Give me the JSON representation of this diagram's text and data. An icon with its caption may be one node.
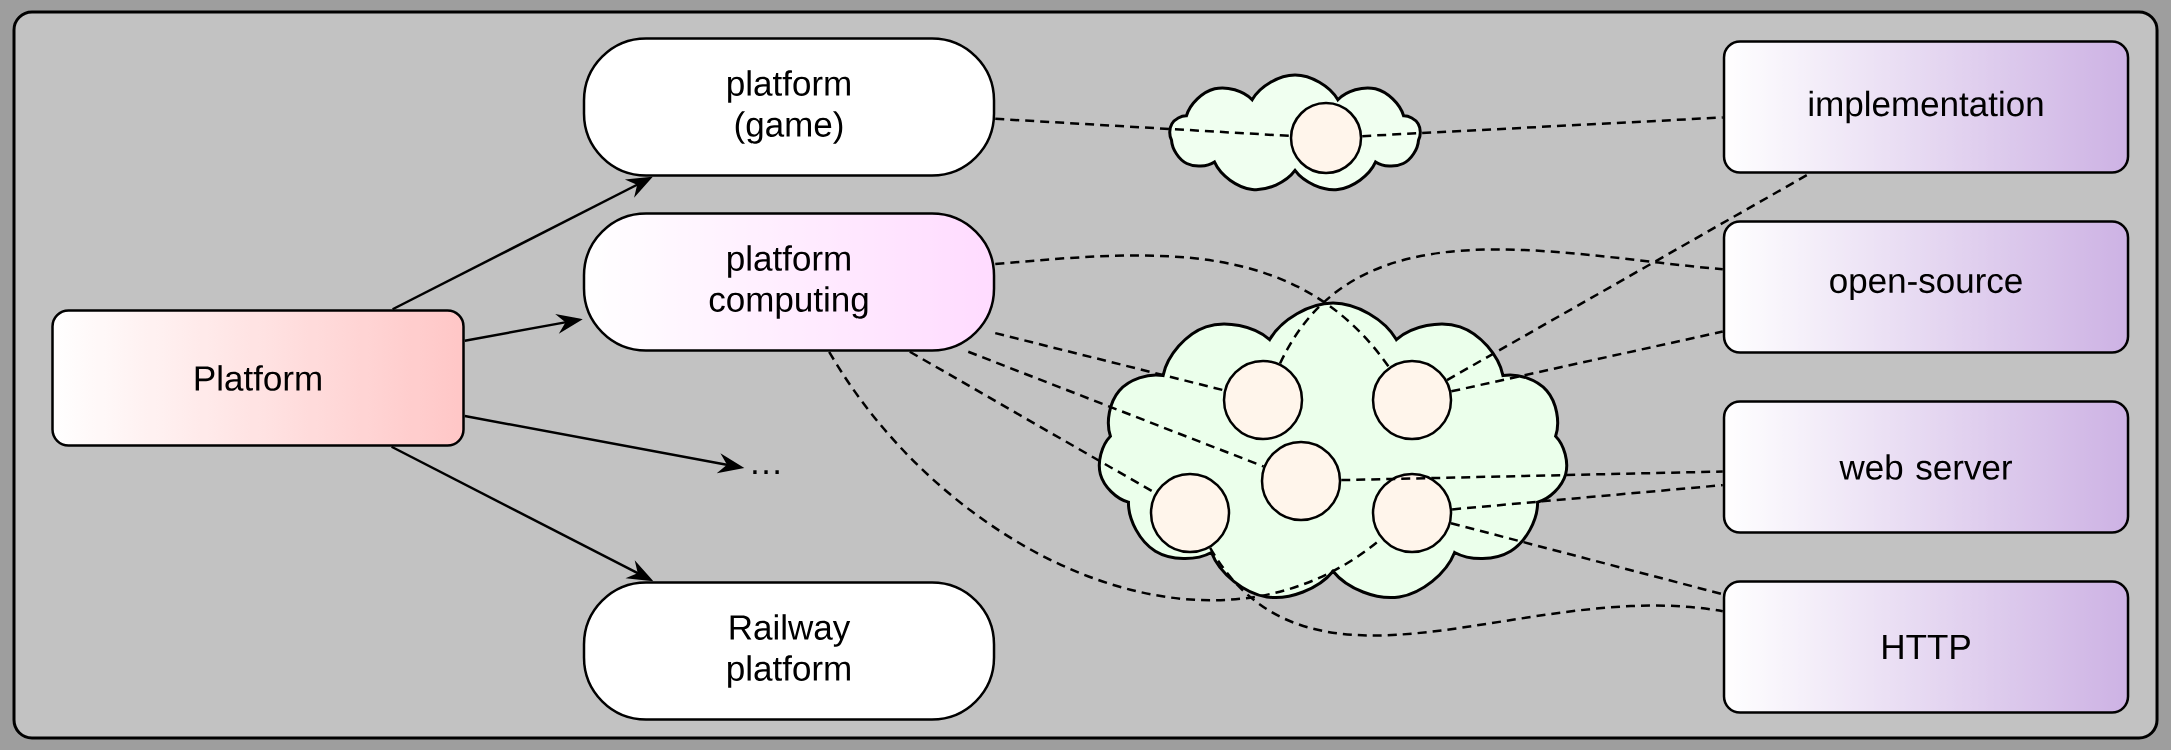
{
  "diagram": {
    "nodes": [
      {
        "text": [
          "Platform"
        ]
      },
      {
        "text": [
          "platform (game)"
        ]
      },
      {
        "text": [
          "platform computing"
        ]
      },
      {
        "text": [
          "…"
        ]
      },
      {
        "text": [
          "Railway platform"
        ]
      },
      {
        "text": [],
        "shape": "cloud"
      },
      {
        "text": [],
        "shape": "circle",
        "in": 5
      },
      {
        "text": [],
        "shape": "cloud"
      },
      {
        "text": [],
        "shape": "circle",
        "in": 7
      },
      {
        "text": [],
        "shape": "circle",
        "in": 7
      },
      {
        "text": [],
        "shape": "circle",
        "in": 7
      },
      {
        "text": [],
        "shape": "circle",
        "in": 7
      },
      {
        "text": [],
        "shape": "circle",
        "in": 7
      },
      {
        "text": [
          "implementation"
        ]
      },
      {
        "text": [
          "open-source"
        ]
      },
      {
        "text": [
          "web server"
        ]
      },
      {
        "text": [
          "HTTP"
        ]
      }
    ],
    "edges": [
      {
        "from": 0,
        "to": 1,
        "arrow": "to"
      },
      {
        "from": 0,
        "to": 2,
        "arrow": "to"
      },
      {
        "from": 0,
        "to": 3,
        "arrow": "to"
      },
      {
        "from": 0,
        "to": 4,
        "arrow": "to"
      },
      {
        "from": 1,
        "to": 6,
        "arrow": "none",
        "style": "dashed"
      },
      {
        "from": 6,
        "to": 13,
        "arrow": "none",
        "style": "dashed"
      },
      {
        "from": 2,
        "to": 9,
        "arrow": "none",
        "style": "dashed"
      },
      {
        "from": 2,
        "to": 8,
        "arrow": "none",
        "style": "dashed"
      },
      {
        "from": 2,
        "to": 10,
        "arrow": "none",
        "style": "dashed"
      },
      {
        "from": 2,
        "to": 11,
        "arrow": "none",
        "style": "dashed"
      },
      {
        "from": 2,
        "to": 12,
        "arrow": "none",
        "style": "dashed"
      },
      {
        "from": 8,
        "to": 14,
        "arrow": "none",
        "style": "dashed"
      },
      {
        "from": 9,
        "to": 13,
        "arrow": "none",
        "style": "dashed"
      },
      {
        "from": 9,
        "to": 14,
        "arrow": "none",
        "style": "dashed"
      },
      {
        "from": 10,
        "to": 15,
        "arrow": "none",
        "style": "dashed"
      },
      {
        "from": 12,
        "to": 15,
        "arrow": "none",
        "style": "dashed"
      },
      {
        "from": 12,
        "to": 16,
        "arrow": "none",
        "style": "dashed"
      },
      {
        "from": 11,
        "to": 16,
        "arrow": "none",
        "style": "dashed"
      }
    ]
  }
}
